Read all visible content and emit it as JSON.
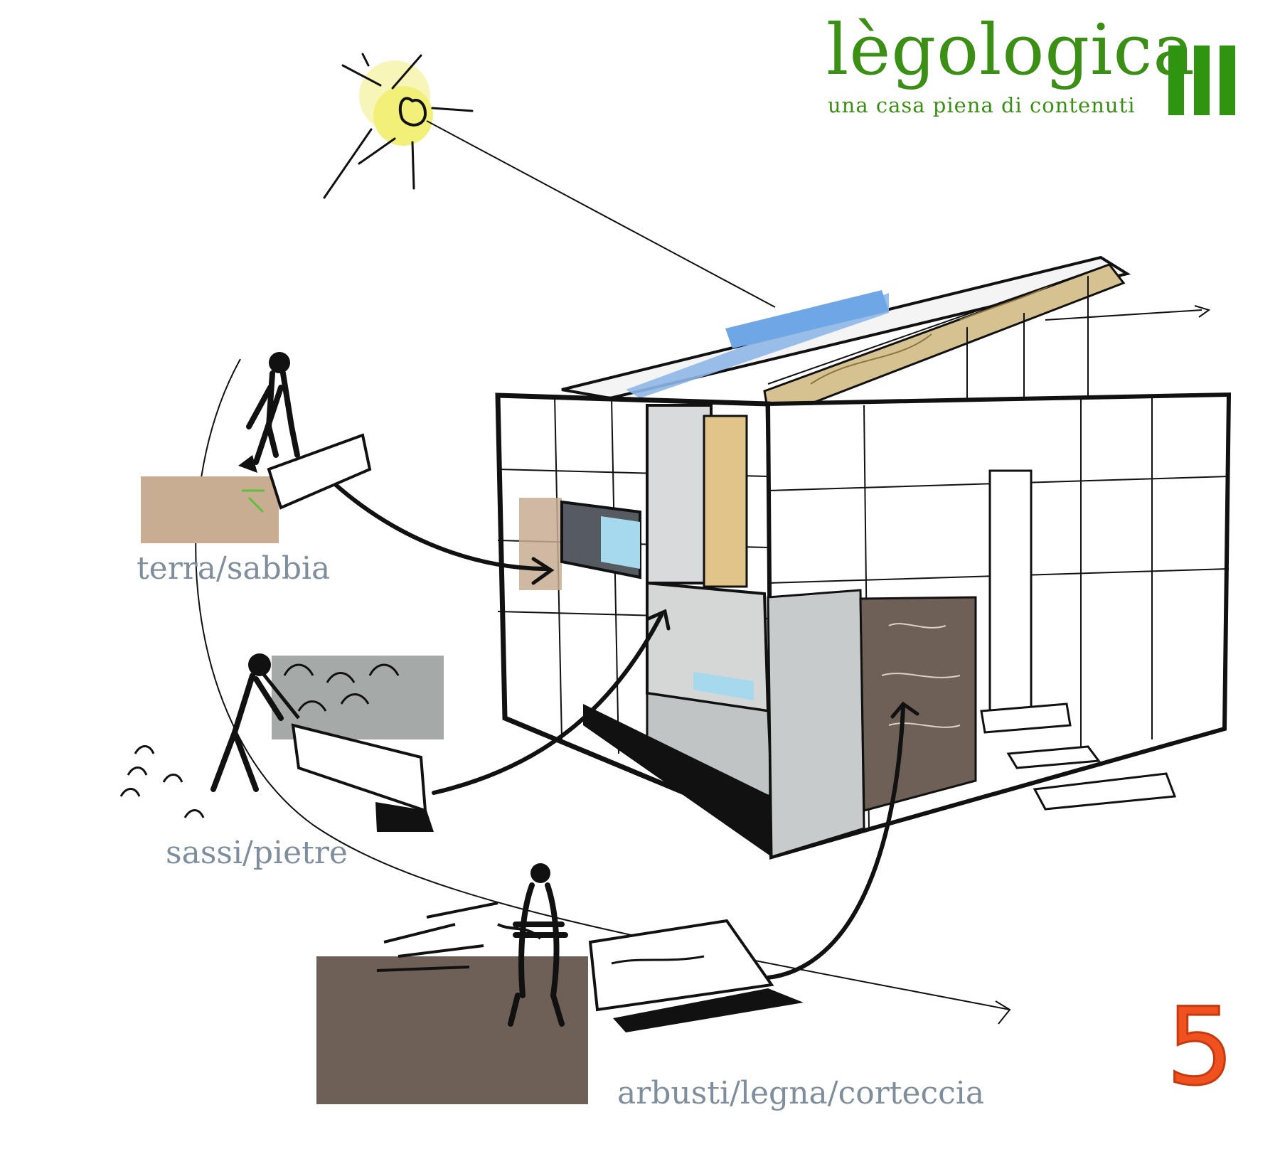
{
  "logo": {
    "title": "lègologica",
    "subtitle": "una casa piena di contenuti",
    "brand_color": "#3a8f14"
  },
  "materials": [
    {
      "label": "terra/sabbia",
      "swatch_color": "#c8ad92",
      "icon": "person-shoveling-earth-icon"
    },
    {
      "label": "sassi/pietre",
      "swatch_color": "#a5aaa9",
      "icon": "person-digging-stones-icon"
    },
    {
      "label": "arbusti/legna/corteccia",
      "swatch_color": "#6e6057",
      "icon": "person-carrying-wood-icon"
    }
  ],
  "page_number": "5",
  "colors": {
    "label_gray": "#7f8e9c",
    "sun_yellow": "#f3f07a",
    "solar_blue": "#7fb0e8",
    "wood_beam": "#d6c291",
    "number_orange": "#f0511e"
  }
}
